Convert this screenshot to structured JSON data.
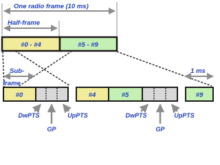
{
  "labels": {
    "radio_frame": "One radio frame (10 ms)",
    "half_frame": "Half-frame",
    "subframe_line1": "Sub-",
    "subframe_line2": "frame",
    "one_ms": "1 ms",
    "dwpts": "DwPTS",
    "gp": "GP",
    "uppts": "UpPTS"
  },
  "frame_halves": [
    {
      "label": "#0 - #4",
      "color": "#f2ec9a"
    },
    {
      "label": "#5 - #9",
      "color": "#c4f0b4"
    }
  ],
  "subframes": [
    {
      "label": "#0",
      "color": "#f2ec9a"
    },
    {
      "label": "#4",
      "color": "#f2ec9a"
    },
    {
      "label": "#5",
      "color": "#c4f0b4"
    },
    {
      "label": "#9",
      "color": "#c4f0b4"
    }
  ],
  "colors": {
    "text": "#1f3fbf",
    "outline": "#1a1a1a",
    "arrow": "#8c8c8c",
    "special_gray": "#d8d8d8"
  }
}
